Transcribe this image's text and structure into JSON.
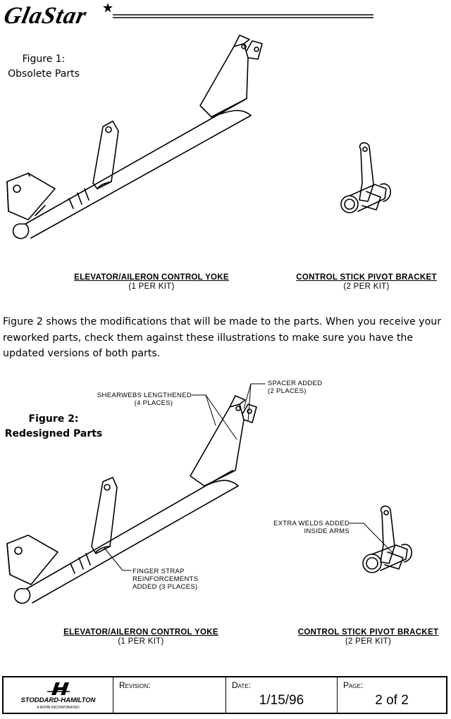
{
  "header": {
    "logo_text": "GlaStar"
  },
  "figure1": {
    "line1": "Figure 1:",
    "line2": "Obsolete Parts"
  },
  "figure2": {
    "line1": "Figure 2:",
    "line2": "Redesigned Parts"
  },
  "captions": {
    "yoke_obsolete": {
      "title": "ELEVATOR/AILERON CONTROL YOKE",
      "qty": "(1 PER KIT)"
    },
    "bracket_obsolete": {
      "title": "CONTROL STICK PIVOT BRACKET",
      "qty": "(2 PER KIT)"
    },
    "yoke_new": {
      "title": "ELEVATOR/AILERON CONTROL YOKE",
      "qty": "(1 PER KIT)"
    },
    "bracket_new": {
      "title": "CONTROL STICK PIVOT BRACKET",
      "qty": "(2 PER KIT)"
    }
  },
  "body_text": "Figure 2 shows the modifications that will be made to the parts.  When you receive your reworked parts, check them against these illustrations to make sure you have the updated versions of both parts.",
  "annotations": {
    "shearwebs_1": "SHEARWEBS LENGTHENED",
    "shearwebs_2": "(4 PLACES)",
    "spacer_1": "SPACER ADDED",
    "spacer_2": "(2 PLACES)",
    "welds_1": "EXTRA WELDS ADDED",
    "welds_2": "INSIDE ARMS",
    "finger_1": "FINGER STRAP",
    "finger_2": "REINFORCEMENTS",
    "finger_3": "ADDED (3 PLACES)"
  },
  "footer": {
    "company": "STODDARD-HAMILTON",
    "company_sub": "A ROHR INCORPORATED",
    "revision_label": "Revision:",
    "revision_value": "",
    "date_label": "Date:",
    "date_value": "1/15/96",
    "page_label": "Page:",
    "page_value": "2 of 2"
  }
}
